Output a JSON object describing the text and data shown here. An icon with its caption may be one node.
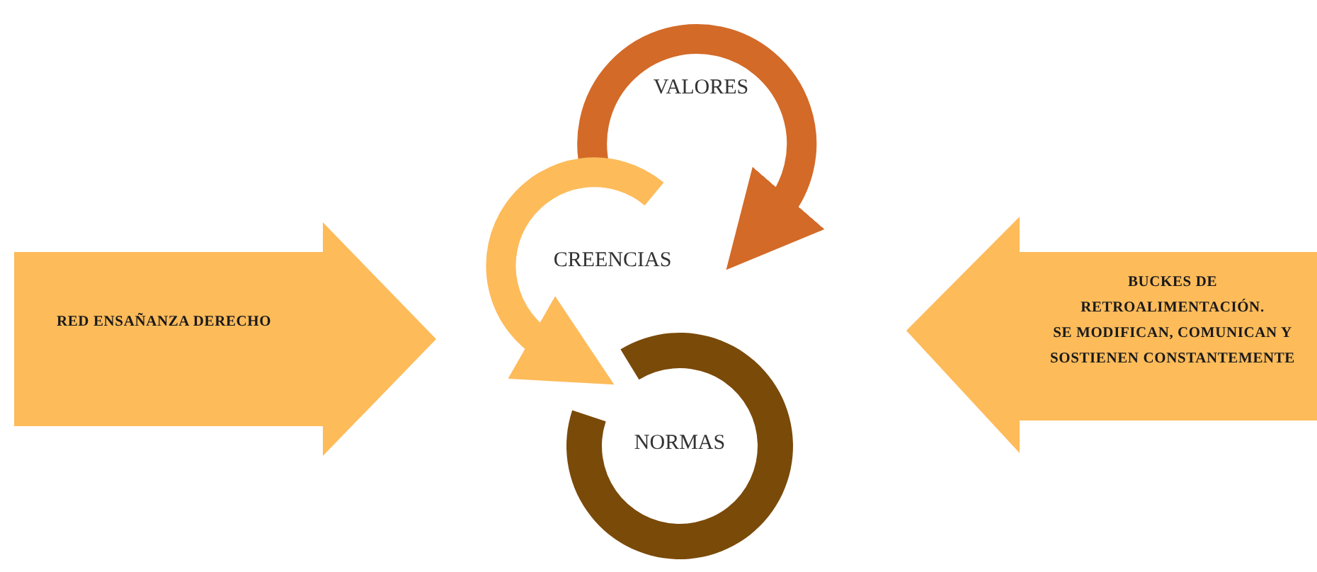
{
  "diagram": {
    "nodes": [
      {
        "text": [
          "RED ENSAÑANZA DERECHO"
        ]
      },
      {
        "text": [
          "VALORES"
        ]
      },
      {
        "text": [
          "CREENCIAS"
        ]
      },
      {
        "text": [
          "NORMAS"
        ]
      },
      {
        "text": [
          "BUCKES DE RETROALIMENTACIÓN.",
          "SE MODIFICAN, COMUNICAN Y SOSTIENEN CONSTANTEMENTE"
        ]
      }
    ]
  }
}
